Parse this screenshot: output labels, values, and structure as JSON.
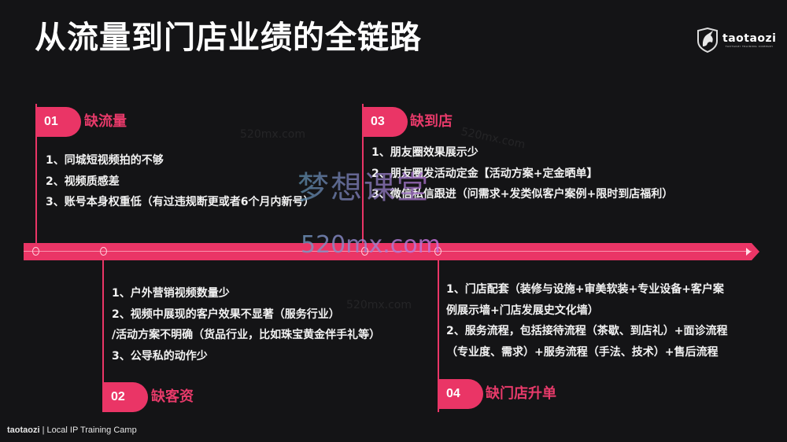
{
  "slide": {
    "title": "从流量到门店业绩的全链路",
    "logo": {
      "text": "taotaozi",
      "subtext": "TAOTAOZI TRAINING COMPANY"
    },
    "colors": {
      "background": "#141416",
      "accent": "#ea3566",
      "heading": "#e83a6a",
      "text": "#f2f2f2"
    },
    "sections": [
      {
        "number": "01",
        "heading": "缺流量",
        "items": [
          "1、同城短视频拍的不够",
          "2、视频质感差",
          "3、账号本身权重低（有过违规断更或者6个月内新号）"
        ]
      },
      {
        "number": "02",
        "heading": "缺客资",
        "items": [
          "1、户外营销视频数量少",
          "2、视频中展现的客户效果不显著（服务行业）",
          "/活动方案不明确（货品行业，比如珠宝黄金伴手礼等）",
          "3、公导私的动作少"
        ]
      },
      {
        "number": "03",
        "heading": "缺到店",
        "items": [
          "1、朋友圈效果展示少",
          "2、朋友圈发活动定金【活动方案+定金晒单】",
          "3、微信私信跟进（问需求+发类似客户案例+限时到店福利）"
        ]
      },
      {
        "number": "04",
        "heading": "缺门店升单",
        "items": [
          "1、门店配套（装修与设施+审美软装+专业设备+客户案",
          "例展示墙+门店发展史文化墙）",
          "2、服务流程，包括接待流程（茶歇、到店礼）+面诊流程",
          "（专业度、需求）+服务流程（手法、技术）+售后流程"
        ]
      }
    ],
    "footer": {
      "brand": "taotaozi",
      "separator": " | ",
      "text": "Local IP Training Camp"
    },
    "watermark": {
      "main": "梦想课堂",
      "url": "520mx.com"
    }
  }
}
